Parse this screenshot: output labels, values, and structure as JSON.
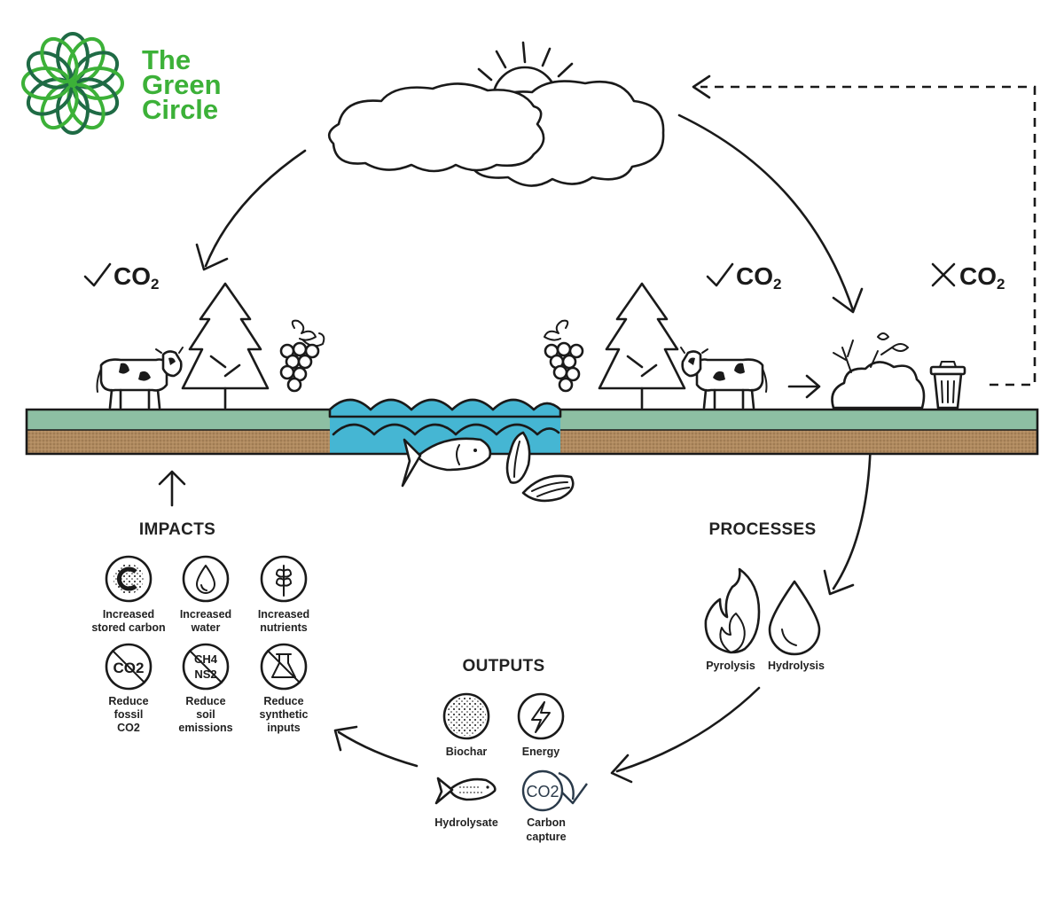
{
  "brand": {
    "lines": [
      "The",
      "Green",
      "Circle"
    ],
    "color": "#3cb138",
    "dark_color": "#1f6b45"
  },
  "co2_marks": [
    {
      "status": "check",
      "text": "CO",
      "sub": "2"
    },
    {
      "status": "check",
      "text": "CO",
      "sub": "2"
    },
    {
      "status": "cross",
      "text": "CO",
      "sub": "2"
    }
  ],
  "sections": {
    "impacts": "IMPACTS",
    "processes": "PROCESSES",
    "outputs": "OUTPUTS"
  },
  "impacts": [
    {
      "icon": "carbon-icon",
      "lines": [
        "Increased",
        "stored carbon"
      ]
    },
    {
      "icon": "water-drop-icon",
      "lines": [
        "Increased",
        "water"
      ]
    },
    {
      "icon": "wheat-icon",
      "lines": [
        "Increased",
        "nutrients"
      ]
    },
    {
      "icon": "no-co2-icon",
      "icon_text": "CO2",
      "lines": [
        "Reduce",
        "fossil",
        "CO2"
      ]
    },
    {
      "icon": "no-methane-icon",
      "icon_text": [
        "CH4",
        "NS2"
      ],
      "lines": [
        "Reduce",
        "soil",
        "emissions"
      ]
    },
    {
      "icon": "no-flask-icon",
      "lines": [
        "Reduce",
        "synthetic",
        "inputs"
      ]
    }
  ],
  "processes": [
    {
      "icon": "flame-icon",
      "label": "Pyrolysis"
    },
    {
      "icon": "water-drop-icon",
      "label": "Hydrolysis"
    }
  ],
  "outputs": [
    {
      "icon": "biochar-icon",
      "lines": [
        "Biochar"
      ]
    },
    {
      "icon": "energy-icon",
      "lines": [
        "Energy"
      ]
    },
    {
      "icon": "fish-icon",
      "lines": [
        "Hydrolysate"
      ]
    },
    {
      "icon": "carbon-capture-icon",
      "icon_text": "CO2",
      "lines": [
        "Carbon",
        "capture"
      ]
    }
  ],
  "colors": {
    "grass": "#8dbfa3",
    "soil": "#b08a5f",
    "water": "#45b6d3",
    "ink": "#1a1a1a"
  }
}
